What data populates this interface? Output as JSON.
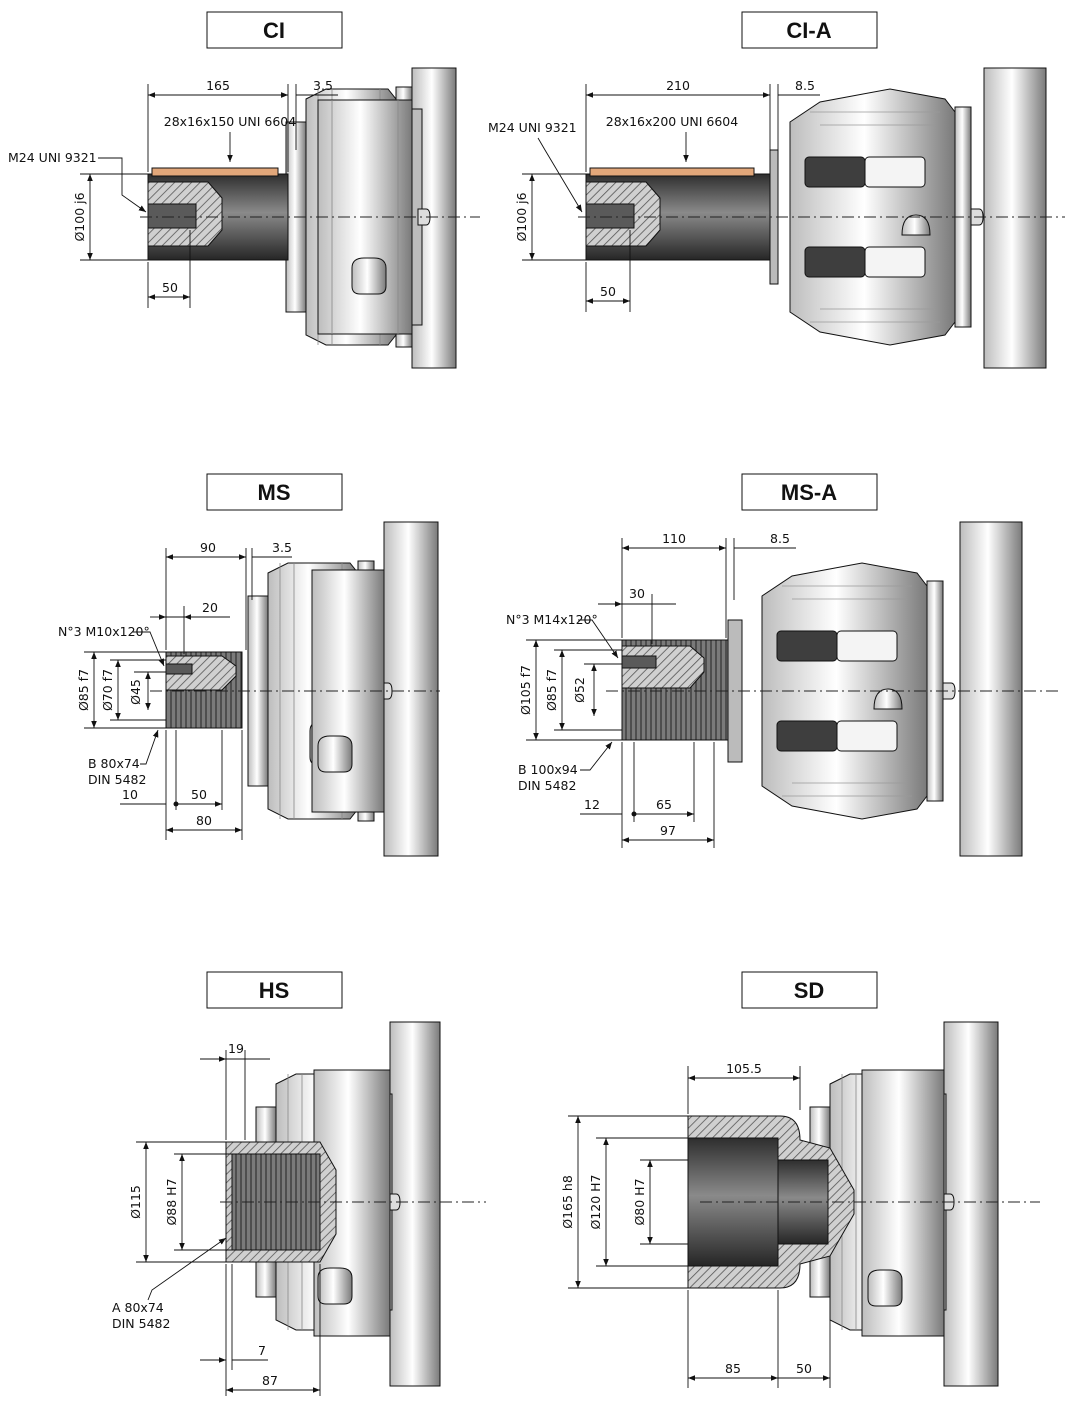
{
  "colors": {
    "key": "#e2a77a",
    "hatch": "#777777",
    "body_light": "#efefef",
    "body_dark": "#5e5e5e",
    "shaft": "#4a4a4a"
  },
  "views": {
    "ci": {
      "title": "CI",
      "dim_length": "165",
      "dim_offset": "3.5",
      "key_spec": "28x16x150 UNI 6604",
      "thread_spec": "M24 UNI 9321",
      "diameter": "Ø100 j6",
      "dim_thread": "50"
    },
    "cia": {
      "title": "CI-A",
      "dim_length": "210",
      "dim_offset": "8.5",
      "key_spec": "28x16x200 UNI 6604",
      "thread_spec": "M24 UNI 9321",
      "diameter": "Ø100 j6",
      "dim_thread": "50"
    },
    "ms": {
      "title": "MS",
      "dim_length": "90",
      "dim_offset": "3.5",
      "dim_thread_depth": "20",
      "thread_spec": "N°3 M10x120°",
      "diam_outer": "Ø85 f7",
      "diam_mid": "Ø70 f7",
      "diam_inner": "Ø45",
      "spline_line1": "B 80x74",
      "spline_line2": "DIN 5482",
      "dim_a": "10",
      "dim_b": "50",
      "dim_c": "80"
    },
    "msa": {
      "title": "MS-A",
      "dim_length": "110",
      "dim_offset": "8.5",
      "dim_thread_depth": "30",
      "thread_spec": "N°3 M14x120°",
      "diam_outer": "Ø105 f7",
      "diam_mid": "Ø85 f7",
      "diam_inner": "Ø52",
      "spline_line1": "B 100x94",
      "spline_line2": "DIN 5482",
      "dim_a": "12",
      "dim_b": "65",
      "dim_c": "97"
    },
    "hs": {
      "title": "HS",
      "dim_top": "19",
      "diam_outer": "Ø115",
      "diam_inner": "Ø88 H7",
      "spline_line1": "A 80x74",
      "spline_line2": "DIN 5482",
      "dim_small": "7",
      "dim_bottom": "87"
    },
    "sd": {
      "title": "SD",
      "dim_top": "105.5",
      "diam_outer": "Ø165 h8",
      "diam_mid": "Ø120 H7",
      "diam_inner": "Ø80 H7",
      "dim_left": "85",
      "dim_right": "50"
    }
  }
}
